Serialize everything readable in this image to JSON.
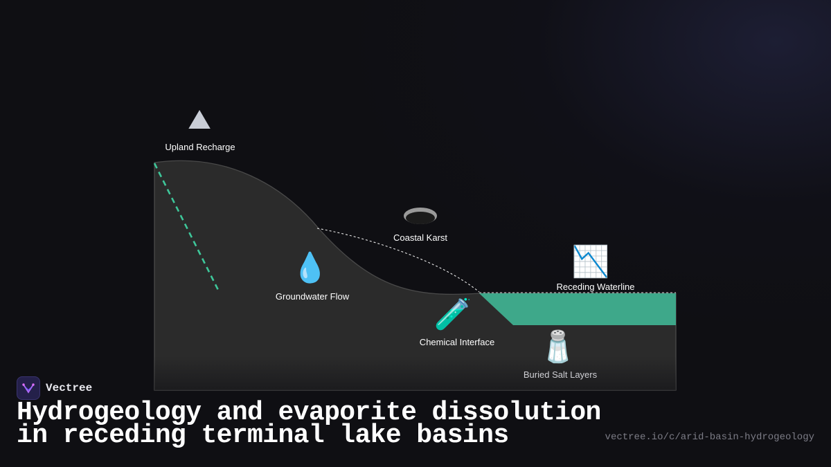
{
  "diagram": {
    "labels": {
      "upland": "Upland Recharge",
      "groundwater": "Groundwater Flow",
      "karst": "Coastal Karst",
      "receding": "Receding Waterline",
      "chemical": "Chemical Interface",
      "salt": "Buried Salt Layers"
    },
    "icons": {
      "upland": "⛰",
      "groundwater": "💧",
      "karst": "sinkhole",
      "receding": "📉",
      "chemical": "🧪",
      "salt": "🧂"
    },
    "colors": {
      "terrain": "#2b2b2b",
      "water": "#3ea88a",
      "accent_dashed": "#3ec79a",
      "flowpath": "#e8e8e8"
    }
  },
  "footer": {
    "brand": "Vectree",
    "title_line1": "Hydrogeology and evaporite dissolution",
    "title_line2": "in receding terminal lake basins",
    "url": "vectree.io/c/arid-basin-hydrogeology"
  }
}
